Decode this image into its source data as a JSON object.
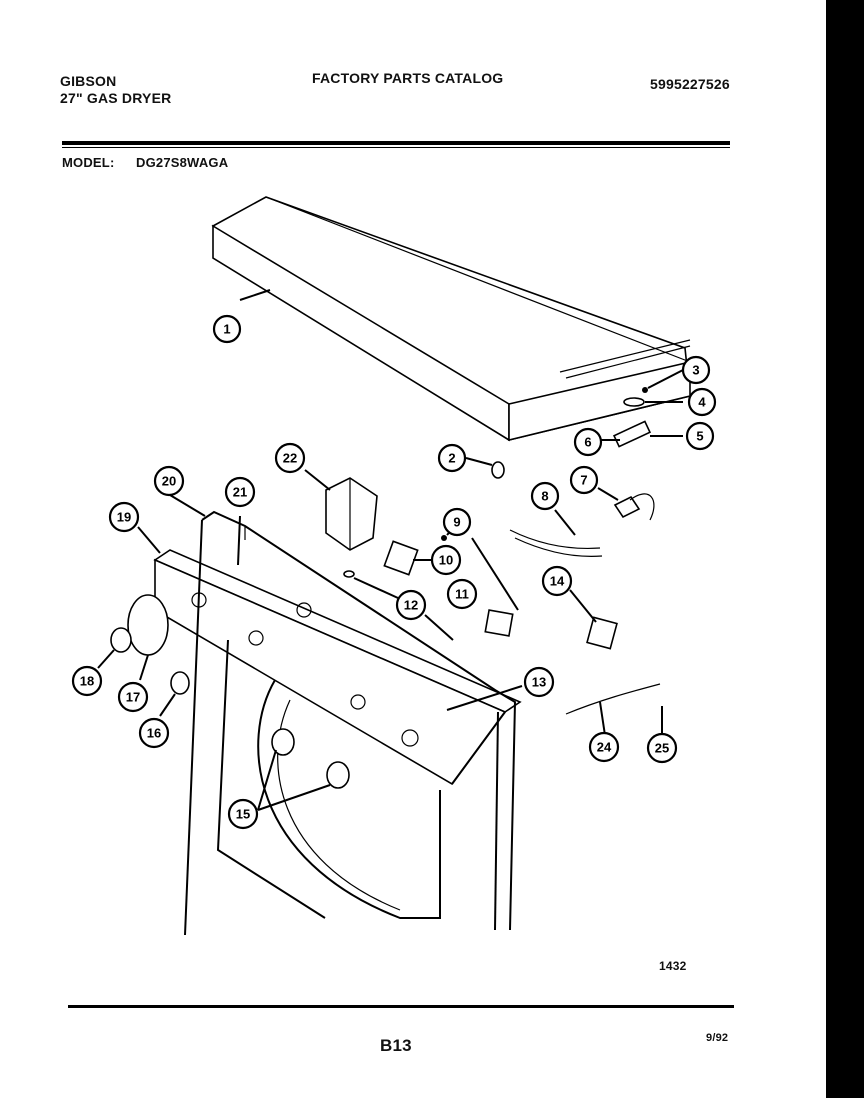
{
  "header": {
    "brand": "GIBSON",
    "product": "27\" GAS DRYER",
    "catalog_title": "FACTORY PARTS CATALOG",
    "catalog_number": "5995227526",
    "model_label": "MODEL:",
    "model_value": "DG27S8WAGA"
  },
  "diagram": {
    "figure_number": "1432",
    "callouts": [
      "1",
      "2",
      "3",
      "4",
      "5",
      "6",
      "7",
      "8",
      "9",
      "10",
      "11",
      "12",
      "13",
      "14",
      "15",
      "16",
      "17",
      "18",
      "19",
      "20",
      "21",
      "22",
      "24",
      "25"
    ]
  },
  "footer": {
    "page_code": "B13",
    "date": "9/92"
  }
}
